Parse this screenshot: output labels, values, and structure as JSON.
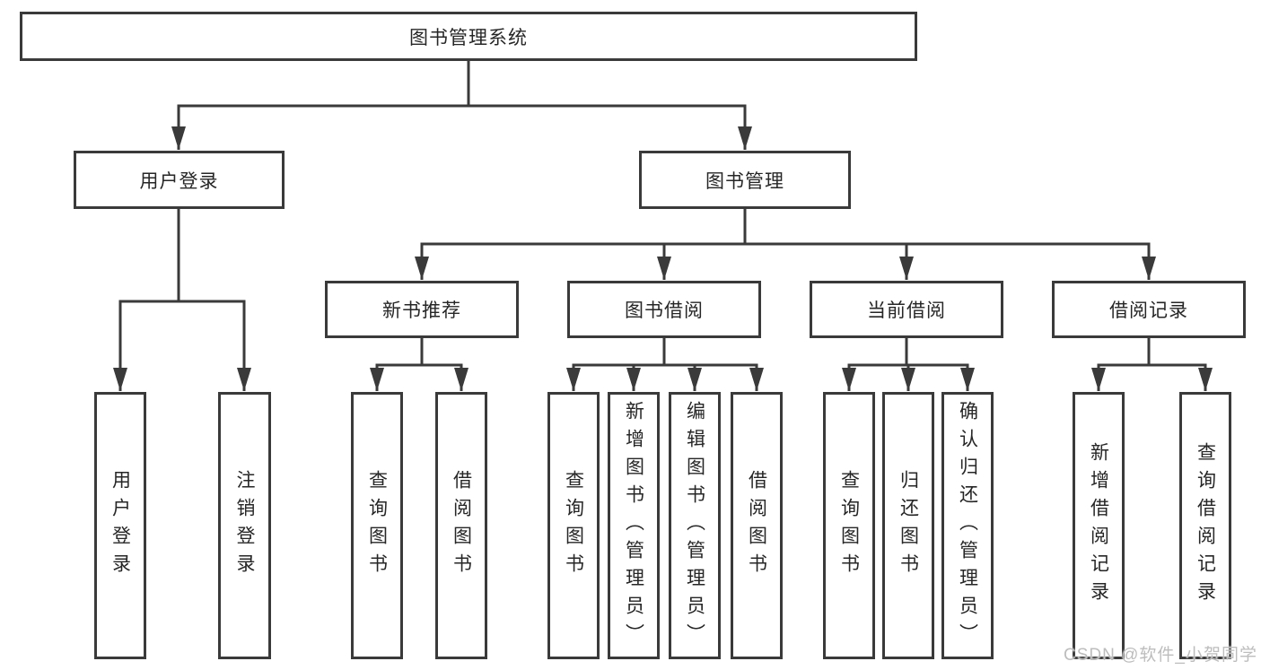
{
  "diagram": {
    "root_label": "图书管理系统",
    "level1": [
      {
        "label": "用户登录"
      },
      {
        "label": "图书管理"
      }
    ],
    "login_children": [
      {
        "label": "用户登录"
      },
      {
        "label": "注销登录"
      }
    ],
    "mgmt_sections": [
      {
        "label": "新书推荐",
        "children": [
          {
            "label": "查询图书"
          },
          {
            "label": "借阅图书"
          }
        ]
      },
      {
        "label": "图书借阅",
        "children": [
          {
            "label": "查询图书"
          },
          {
            "label": "新增图书（管理员）"
          },
          {
            "label": "编辑图书（管理员）"
          },
          {
            "label": "借阅图书"
          }
        ]
      },
      {
        "label": "当前借阅",
        "children": [
          {
            "label": "查询图书"
          },
          {
            "label": "归还图书"
          },
          {
            "label": "确认归还（管理员）"
          }
        ]
      },
      {
        "label": "借阅记录",
        "children": [
          {
            "label": "新增借阅记录"
          },
          {
            "label": "查询借阅记录"
          }
        ]
      }
    ],
    "watermark": "CSDN @软件_小贺同学",
    "colors": {
      "line": "#3a3a3a",
      "text": "#262626",
      "watermark": "#bdbdbd",
      "background": "#ffffff"
    }
  }
}
